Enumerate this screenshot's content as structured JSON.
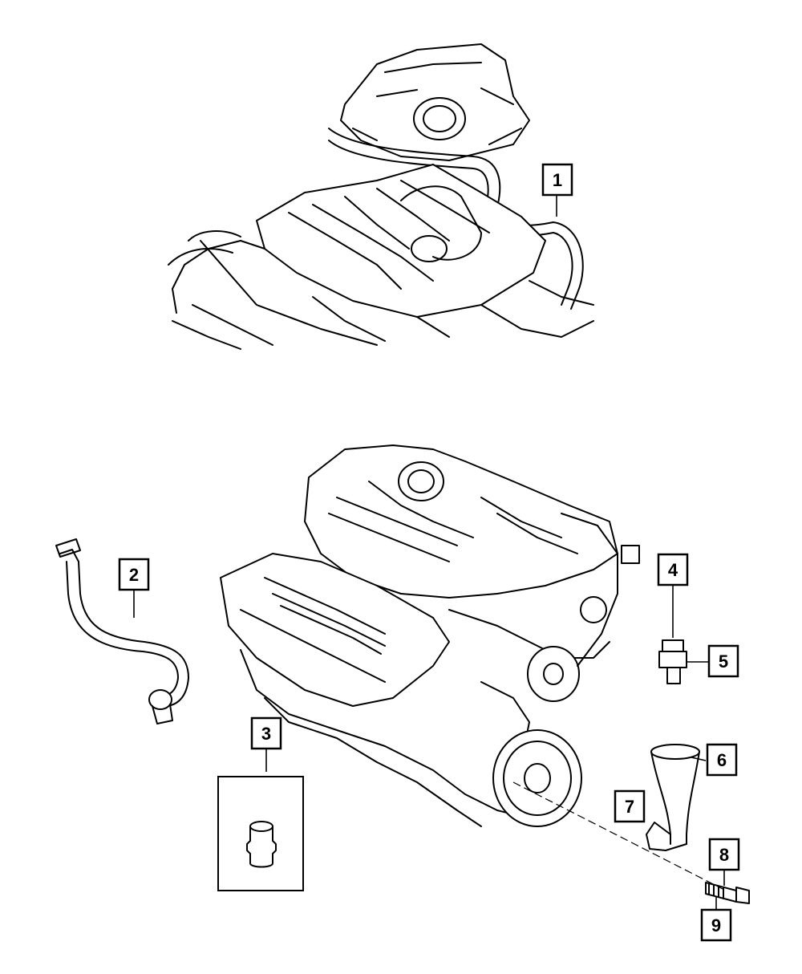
{
  "diagram": {
    "callouts": [
      {
        "id": "callout-1",
        "number": "1"
      },
      {
        "id": "callout-2",
        "number": "2"
      },
      {
        "id": "callout-3",
        "number": "3"
      },
      {
        "id": "callout-4",
        "number": "4"
      },
      {
        "id": "callout-5",
        "number": "5"
      },
      {
        "id": "callout-6",
        "number": "6"
      },
      {
        "id": "callout-7",
        "number": "7"
      },
      {
        "id": "callout-8",
        "number": "8"
      },
      {
        "id": "callout-9",
        "number": "9"
      }
    ],
    "colors": {
      "line": "#000000",
      "background": "#ffffff"
    }
  }
}
